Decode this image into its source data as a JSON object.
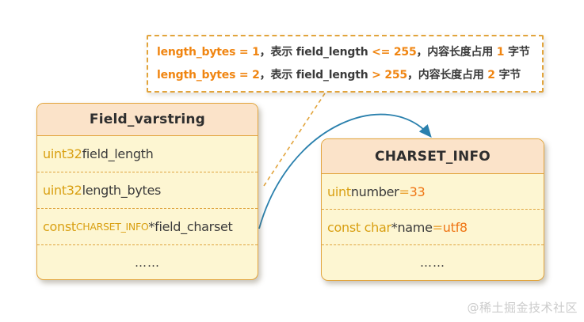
{
  "note": {
    "lines": [
      {
        "s": [
          "length_bytes = 1",
          "，表示 field_length ",
          "<= 255",
          "，内容长度占用 ",
          "1",
          " 字节"
        ]
      },
      {
        "s": [
          "length_bytes = 2",
          "，表示 field_length ",
          "> 255",
          "，内容长度占用 ",
          "2",
          " 字节"
        ]
      }
    ]
  },
  "field_varstring": {
    "title": "Field_varstring",
    "rows": {
      "r0": {
        "kw": "uint32 ",
        "id": "field_length"
      },
      "r1": {
        "kw": "uint32 ",
        "id": "length_bytes"
      },
      "r2": {
        "kw": "const ",
        "type": "CHARSET_INFO ",
        "id": "*field_charset"
      },
      "r3": {
        "dots": "……"
      }
    }
  },
  "charset_info": {
    "title": "CHARSET_INFO",
    "rows": {
      "r0": {
        "kw": "uint ",
        "id": "number ",
        "eq": "= ",
        "val": "33"
      },
      "r1": {
        "kw": "const char ",
        "id": "*name ",
        "eq": "= ",
        "val": "utf8"
      },
      "r2": {
        "dots": "……"
      }
    }
  },
  "watermark": {
    "text": "@稀土掘金技术社区"
  },
  "colors": {
    "box_border": "#e2a43c",
    "header_bg": "#fbe3c9",
    "body_bg": "#fdf6d2",
    "keyword_gold": "#d9a013",
    "value_orange": "#ef7514",
    "note_orange": "#f08511",
    "dark_text": "#3b3b3b",
    "arrow_teal": "#2a80ad",
    "watermark_gray": "#cbcbcb"
  }
}
